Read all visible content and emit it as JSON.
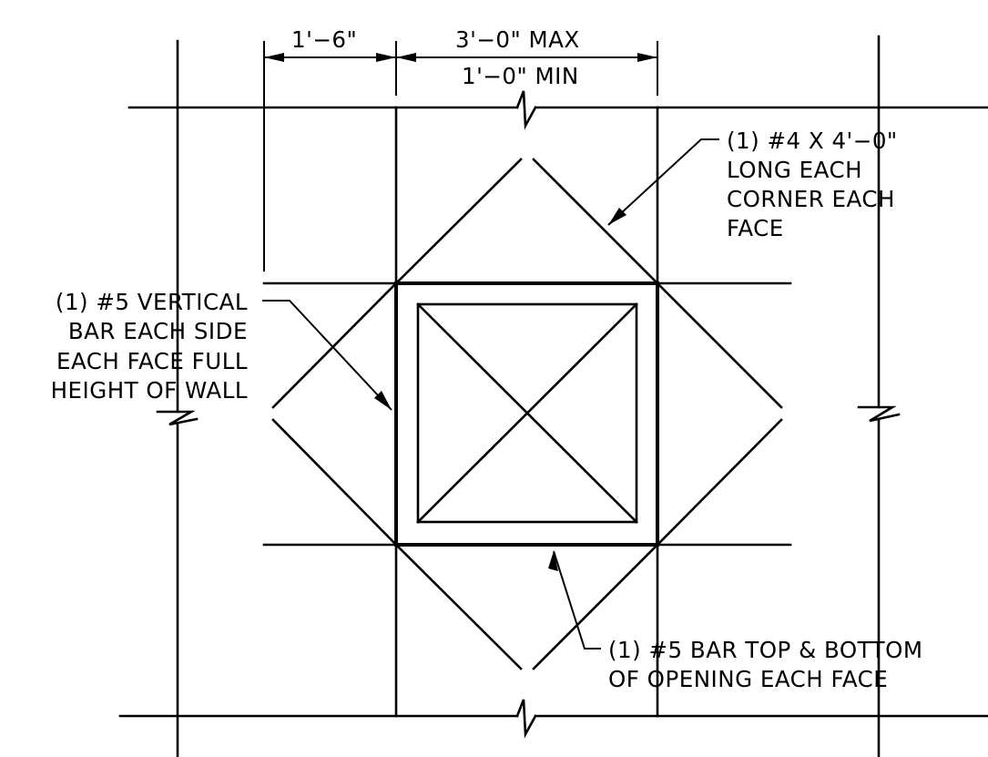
{
  "dimensions": {
    "left_dim": "1'−6\"",
    "max_dim": "3'−0\" MAX",
    "min_dim": "1'−0\" MIN"
  },
  "notes": {
    "corner_bars": [
      "(1) #4 X 4'−0\"",
      "LONG EACH",
      "CORNER EACH",
      "FACE"
    ],
    "vertical_bars": [
      "(1) #5 VERTICAL",
      "BAR EACH SIDE",
      "EACH FACE FULL",
      "HEIGHT OF WALL"
    ],
    "top_bottom_bars": [
      "(1) #5 BAR TOP & BOTTOM",
      "OF OPENING EACH FACE"
    ]
  }
}
